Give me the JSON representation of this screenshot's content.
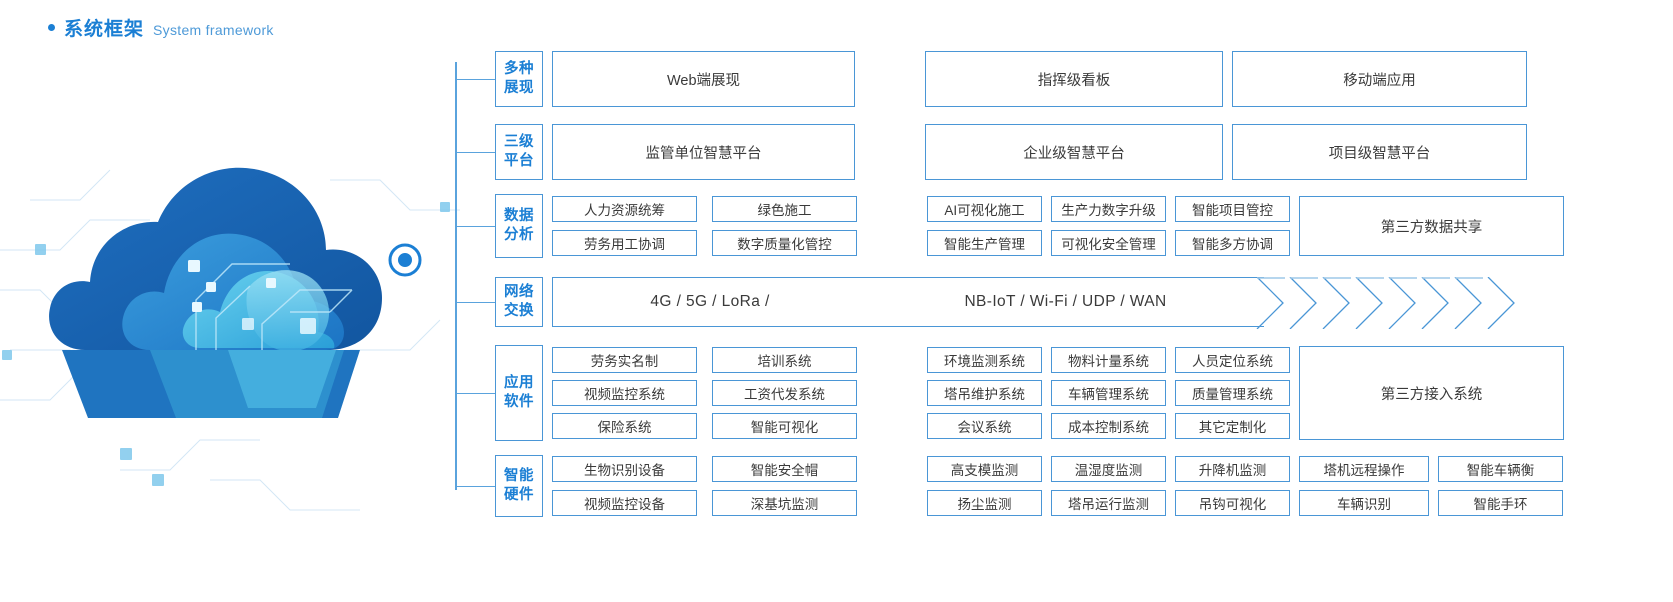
{
  "header": {
    "bullet": "bullet-dot",
    "title_zh": "系统框架",
    "title_en": "System framework"
  },
  "colors": {
    "accent": "#1b7fd4",
    "border": "#4a96d6",
    "text": "#3a3a3a",
    "cloud_dark": "#1266b3",
    "cloud_mid": "#2a8fd0",
    "cloud_light": "#58c3e8"
  },
  "rows": [
    {
      "label_lines": [
        "多种",
        "展现"
      ],
      "name": "row-presentation",
      "groups": [
        {
          "cells": [
            [
              "Web端展现"
            ]
          ]
        },
        {
          "cells": [
            [
              "指挥级看板"
            ]
          ]
        },
        {
          "cells": [
            [
              "移动端应用"
            ]
          ]
        }
      ]
    },
    {
      "label_lines": [
        "三级",
        "平台"
      ],
      "name": "row-platform",
      "groups": [
        {
          "cells": [
            [
              "监管单位智慧平台"
            ]
          ]
        },
        {
          "cells": [
            [
              "企业级智慧平台"
            ]
          ]
        },
        {
          "cells": [
            [
              "项目级智慧平台"
            ]
          ]
        }
      ]
    },
    {
      "label_lines": [
        "数据",
        "分析"
      ],
      "name": "row-data-analysis",
      "groups": [
        {
          "cells": [
            [
              "人力资源统筹",
              "绿色施工"
            ],
            [
              "劳务用工协调",
              "数字质量化管控"
            ]
          ]
        },
        {
          "cells": [
            [
              "AI可视化施工",
              "生产力数字升级",
              "智能项目管控"
            ],
            [
              "智能生产管理",
              "可视化安全管理",
              "智能多方协调"
            ]
          ]
        },
        {
          "cells": [
            [
              "第三方数据共享"
            ]
          ]
        }
      ]
    },
    {
      "label_lines": [
        "网络",
        "交换"
      ],
      "name": "row-network-exchange",
      "band": [
        "4G / 5G / LoRa /",
        "NB-IoT / Wi-Fi / UDP / WAN"
      ],
      "chevron_count": 7
    },
    {
      "label_lines": [
        "应用",
        "软件"
      ],
      "name": "row-application-software",
      "groups": [
        {
          "cells": [
            [
              "劳务实名制",
              "培训系统"
            ],
            [
              "视频监控系统",
              "工资代发系统"
            ],
            [
              "保险系统",
              "智能可视化"
            ]
          ]
        },
        {
          "cells": [
            [
              "环境监测系统",
              "物料计量系统",
              "人员定位系统"
            ],
            [
              "塔吊维护系统",
              "车辆管理系统",
              "质量管理系统"
            ],
            [
              "会议系统",
              "成本控制系统",
              "其它定制化"
            ]
          ]
        },
        {
          "cells": [
            [
              "第三方接入系统"
            ]
          ]
        }
      ]
    },
    {
      "label_lines": [
        "智能",
        "硬件"
      ],
      "name": "row-smart-hardware",
      "groups": [
        {
          "cells": [
            [
              "生物识别设备",
              "智能安全帽"
            ],
            [
              "视频监控设备",
              "深基坑监测"
            ]
          ]
        },
        {
          "cells": [
            [
              "高支模监测",
              "温湿度监测",
              "升降机监测"
            ],
            [
              "扬尘监测",
              "塔吊运行监测",
              "吊钩可视化"
            ]
          ]
        },
        {
          "cells": [
            [
              "塔机远程操作",
              "智能车辆衡"
            ],
            [
              "车辆识别",
              "智能手环"
            ]
          ]
        }
      ]
    }
  ]
}
